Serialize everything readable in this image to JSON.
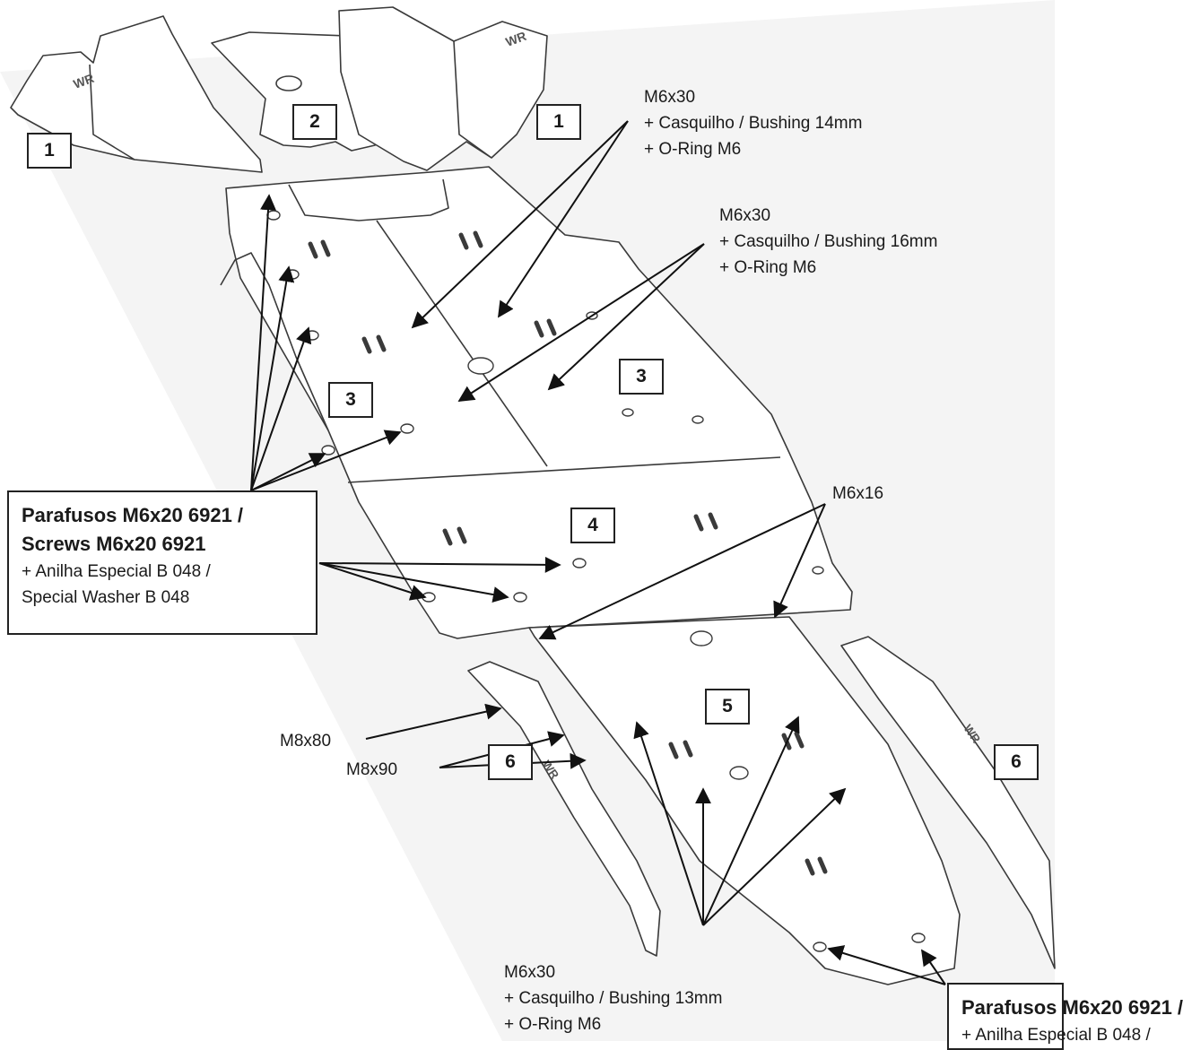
{
  "part_numbers": [
    "1",
    "2",
    "1",
    "3",
    "3",
    "4",
    "5",
    "6",
    "6"
  ],
  "labels": {
    "m6x30_14": [
      "M6x30",
      "+ Casquilho / Bushing 14mm",
      "+ O-Ring M6"
    ],
    "m6x30_16": [
      "M6x30",
      "+ Casquilho / Bushing 16mm",
      "+ O-Ring M6"
    ],
    "m6x16": "M6x16",
    "m8x80": "M8x80",
    "m8x90": "M8x90",
    "m6x30_13": [
      "M6x30",
      "+ Casquilho / Bushing 13mm",
      "+ O-Ring M6"
    ]
  },
  "callouts": {
    "main": {
      "line1": "Parafusos M6x20 6921 /",
      "line2": "Screws M6x20 6921",
      "line3": "+ Anilha Especial B 048 /",
      "line4": "Special Washer B 048"
    },
    "bottom_right": {
      "line1": "Parafusos M6x20 6921 /",
      "line2": "+ Anilha Especial B 048 /"
    }
  },
  "logo_text": "WR",
  "colors": {
    "outline": "#3a3a3a",
    "plate_fill": "#ffffff",
    "background_tint": "#f3f3f3",
    "arrow": "#111111"
  }
}
